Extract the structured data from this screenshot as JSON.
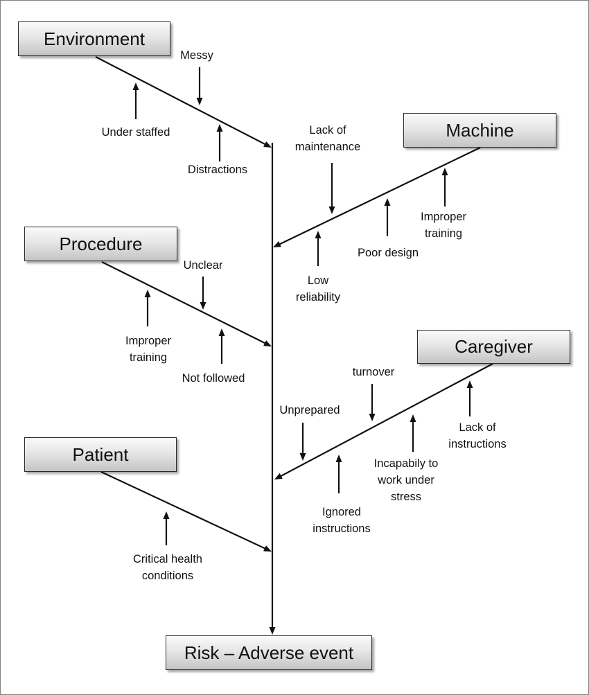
{
  "colors": {
    "line": "#111111",
    "box_border": "#2b2b2b",
    "box_top": "#fafafa",
    "box_bottom": "#c4c4c4"
  },
  "effect": "Risk – Adverse event",
  "categories": {
    "environment": {
      "label": "Environment",
      "causes": [
        "Messy",
        "Under staffed",
        "Distractions"
      ]
    },
    "machine": {
      "label": "Machine",
      "causes": [
        "Lack of\nmaintenance",
        "Improper\ntraining",
        "Poor design",
        "Low\nreliability"
      ]
    },
    "procedure": {
      "label": "Procedure",
      "causes": [
        "Unclear",
        "Improper\ntraining",
        "Not followed"
      ]
    },
    "caregiver": {
      "label": "Caregiver",
      "causes": [
        "turnover",
        "Unprepared",
        "Lack of\ninstructions",
        "Incapabily to\nwork under\nstress",
        "Ignored\ninstructions"
      ]
    },
    "patient": {
      "label": "Patient",
      "causes": [
        "Critical health\nconditions"
      ]
    }
  }
}
